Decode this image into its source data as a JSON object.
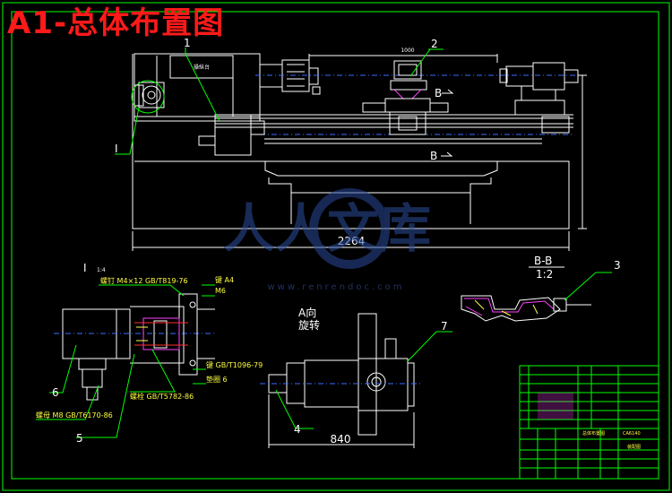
{
  "title": "A1-总体布置图",
  "dimensions": {
    "overall_length": "2264",
    "top_span": "1000",
    "a_view_length": "840"
  },
  "balloons": [
    "1",
    "2",
    "3",
    "4",
    "5",
    "6",
    "7"
  ],
  "section_labels": {
    "b_arrow_top": "B",
    "b_arrow_mid": "B",
    "section_bb": "B-B",
    "section_bb_scale": "1:2",
    "detail_i": "I",
    "detail_i_marker": "I",
    "detail_i_scale": "1:4",
    "a_view": "A向",
    "a_view_rotate": "旋转"
  },
  "panel_tags": {
    "control_panel": "操纵台"
  },
  "watermark": {
    "text": "人人文库",
    "url": "www.renrendoc.com"
  },
  "colors": {
    "background": "#000000",
    "frame": "#00ff00",
    "outline": "#ffffff",
    "centerline": "#3b6cff",
    "title": "#ff1a1a",
    "annotation": "#ffff40",
    "highlight": "#ff40ff"
  }
}
